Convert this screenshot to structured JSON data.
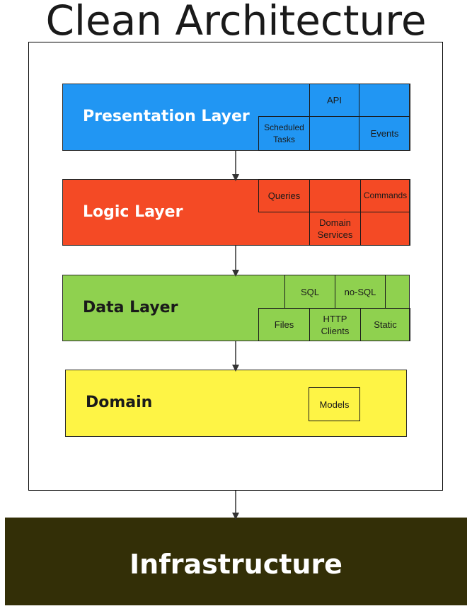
{
  "title": "Clean Architecture",
  "presentation": {
    "label": "Presentation Layer",
    "color": "#2196f3",
    "cells": {
      "api": "API",
      "scheduled_tasks": "Scheduled Tasks",
      "events": "Events"
    }
  },
  "logic": {
    "label": "Logic Layer",
    "color": "#f44a25",
    "cells": {
      "queries": "Queries",
      "commands": "Commands",
      "domain_services": "Domain Services"
    }
  },
  "data": {
    "label": "Data Layer",
    "color": "#8fd14f",
    "cells": {
      "sql": "SQL",
      "nosql": "no-SQL",
      "files": "Files",
      "http_clients": "HTTP Clients",
      "static": "Static"
    }
  },
  "domain": {
    "label": "Domain",
    "color": "#fef445",
    "cells": {
      "models": "Models"
    }
  },
  "infrastructure": {
    "label": "Infrastructure",
    "color": "#332f07"
  }
}
